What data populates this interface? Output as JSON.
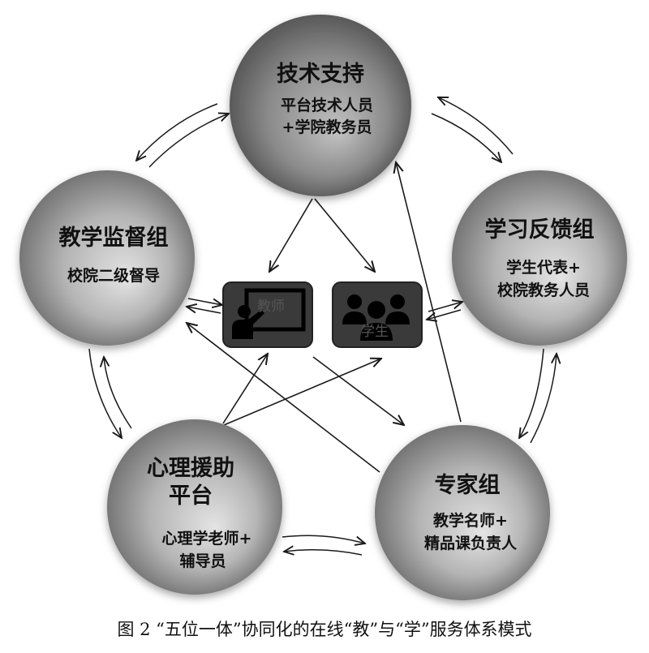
{
  "nodes": {
    "tech": {
      "title": "技术支持",
      "lines": [
        "平台技术人员",
        "+学院教务员"
      ]
    },
    "feedback": {
      "title": "学习反馈组",
      "lines": [
        "学生代表+",
        "校院教务人员"
      ]
    },
    "supervision": {
      "title": "教学监督组",
      "lines": [
        "校院二级督导"
      ]
    },
    "psych": {
      "title_lines": [
        "心理援助",
        "平台"
      ],
      "lines": [
        "心理学老师+",
        "辅导员"
      ]
    },
    "expert": {
      "title": "专家组",
      "lines": [
        "教学名师+",
        "精品课负责人"
      ]
    }
  },
  "icons": {
    "teacher": {
      "label": "教师",
      "icon": "teacher-presentation-icon"
    },
    "student": {
      "label": "学生",
      "icon": "student-group-icon"
    }
  },
  "caption": "图 2 “五位一体”协同化的在线“教”与“学”服务体系模式",
  "colors": {
    "circle_light": "#e6e6e6",
    "circle_dark": "#5e5e5e",
    "icon_bg": "#3a3a3a",
    "line": "#1a1a1a"
  }
}
